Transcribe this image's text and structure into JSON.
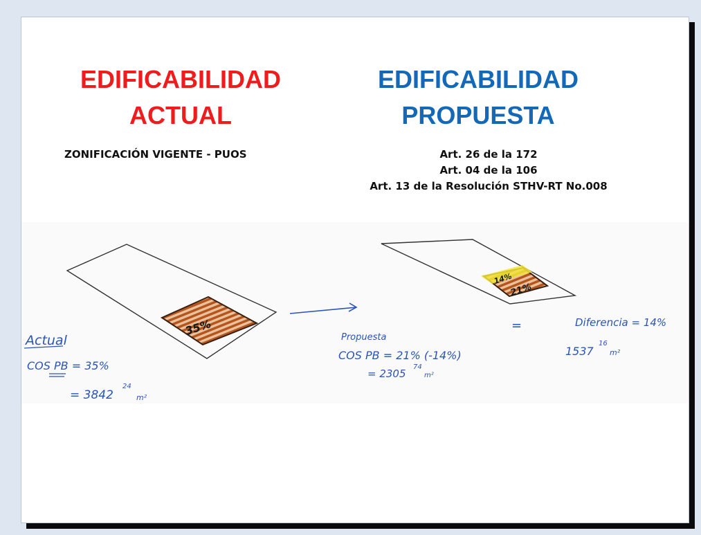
{
  "left": {
    "title_line1": "EDIFICABILIDAD",
    "title_line2": "ACTUAL",
    "subtitle": "ZONIFICACIÓN VIGENTE  - PUOS"
  },
  "right": {
    "title_line1": "EDIFICABILIDAD",
    "title_line2": "PROPUESTA",
    "refs": [
      "Art. 26 de la 172",
      "Art. 04 de la 106",
      "Art. 13 de la Resolución STHV-RT No.008"
    ]
  },
  "sketch": {
    "actual": {
      "label": "Actual",
      "cos_line": "COS PB = 35%",
      "area_line": "= 3842",
      "area_sup": "24",
      "area_unit": "m²",
      "plot_label": "35%"
    },
    "propuesta": {
      "label": "Propuesta",
      "cos_line": "COS PB = 21% (-14%)",
      "area_line": "= 2305",
      "area_sup": "74",
      "area_unit": "m²",
      "plot_label_top": "14%",
      "plot_label": "21%"
    },
    "diferencia": {
      "equals": "=",
      "label": "Diferencia = 14%",
      "area_line": "1537",
      "area_sup": "16",
      "area_unit": "m²"
    }
  },
  "colors": {
    "title_left": "#ee1c1c",
    "title_right": "#1468b8",
    "ink": "#2a54b5",
    "hatch": "#b5541d",
    "highlight": "#f2e63a"
  }
}
